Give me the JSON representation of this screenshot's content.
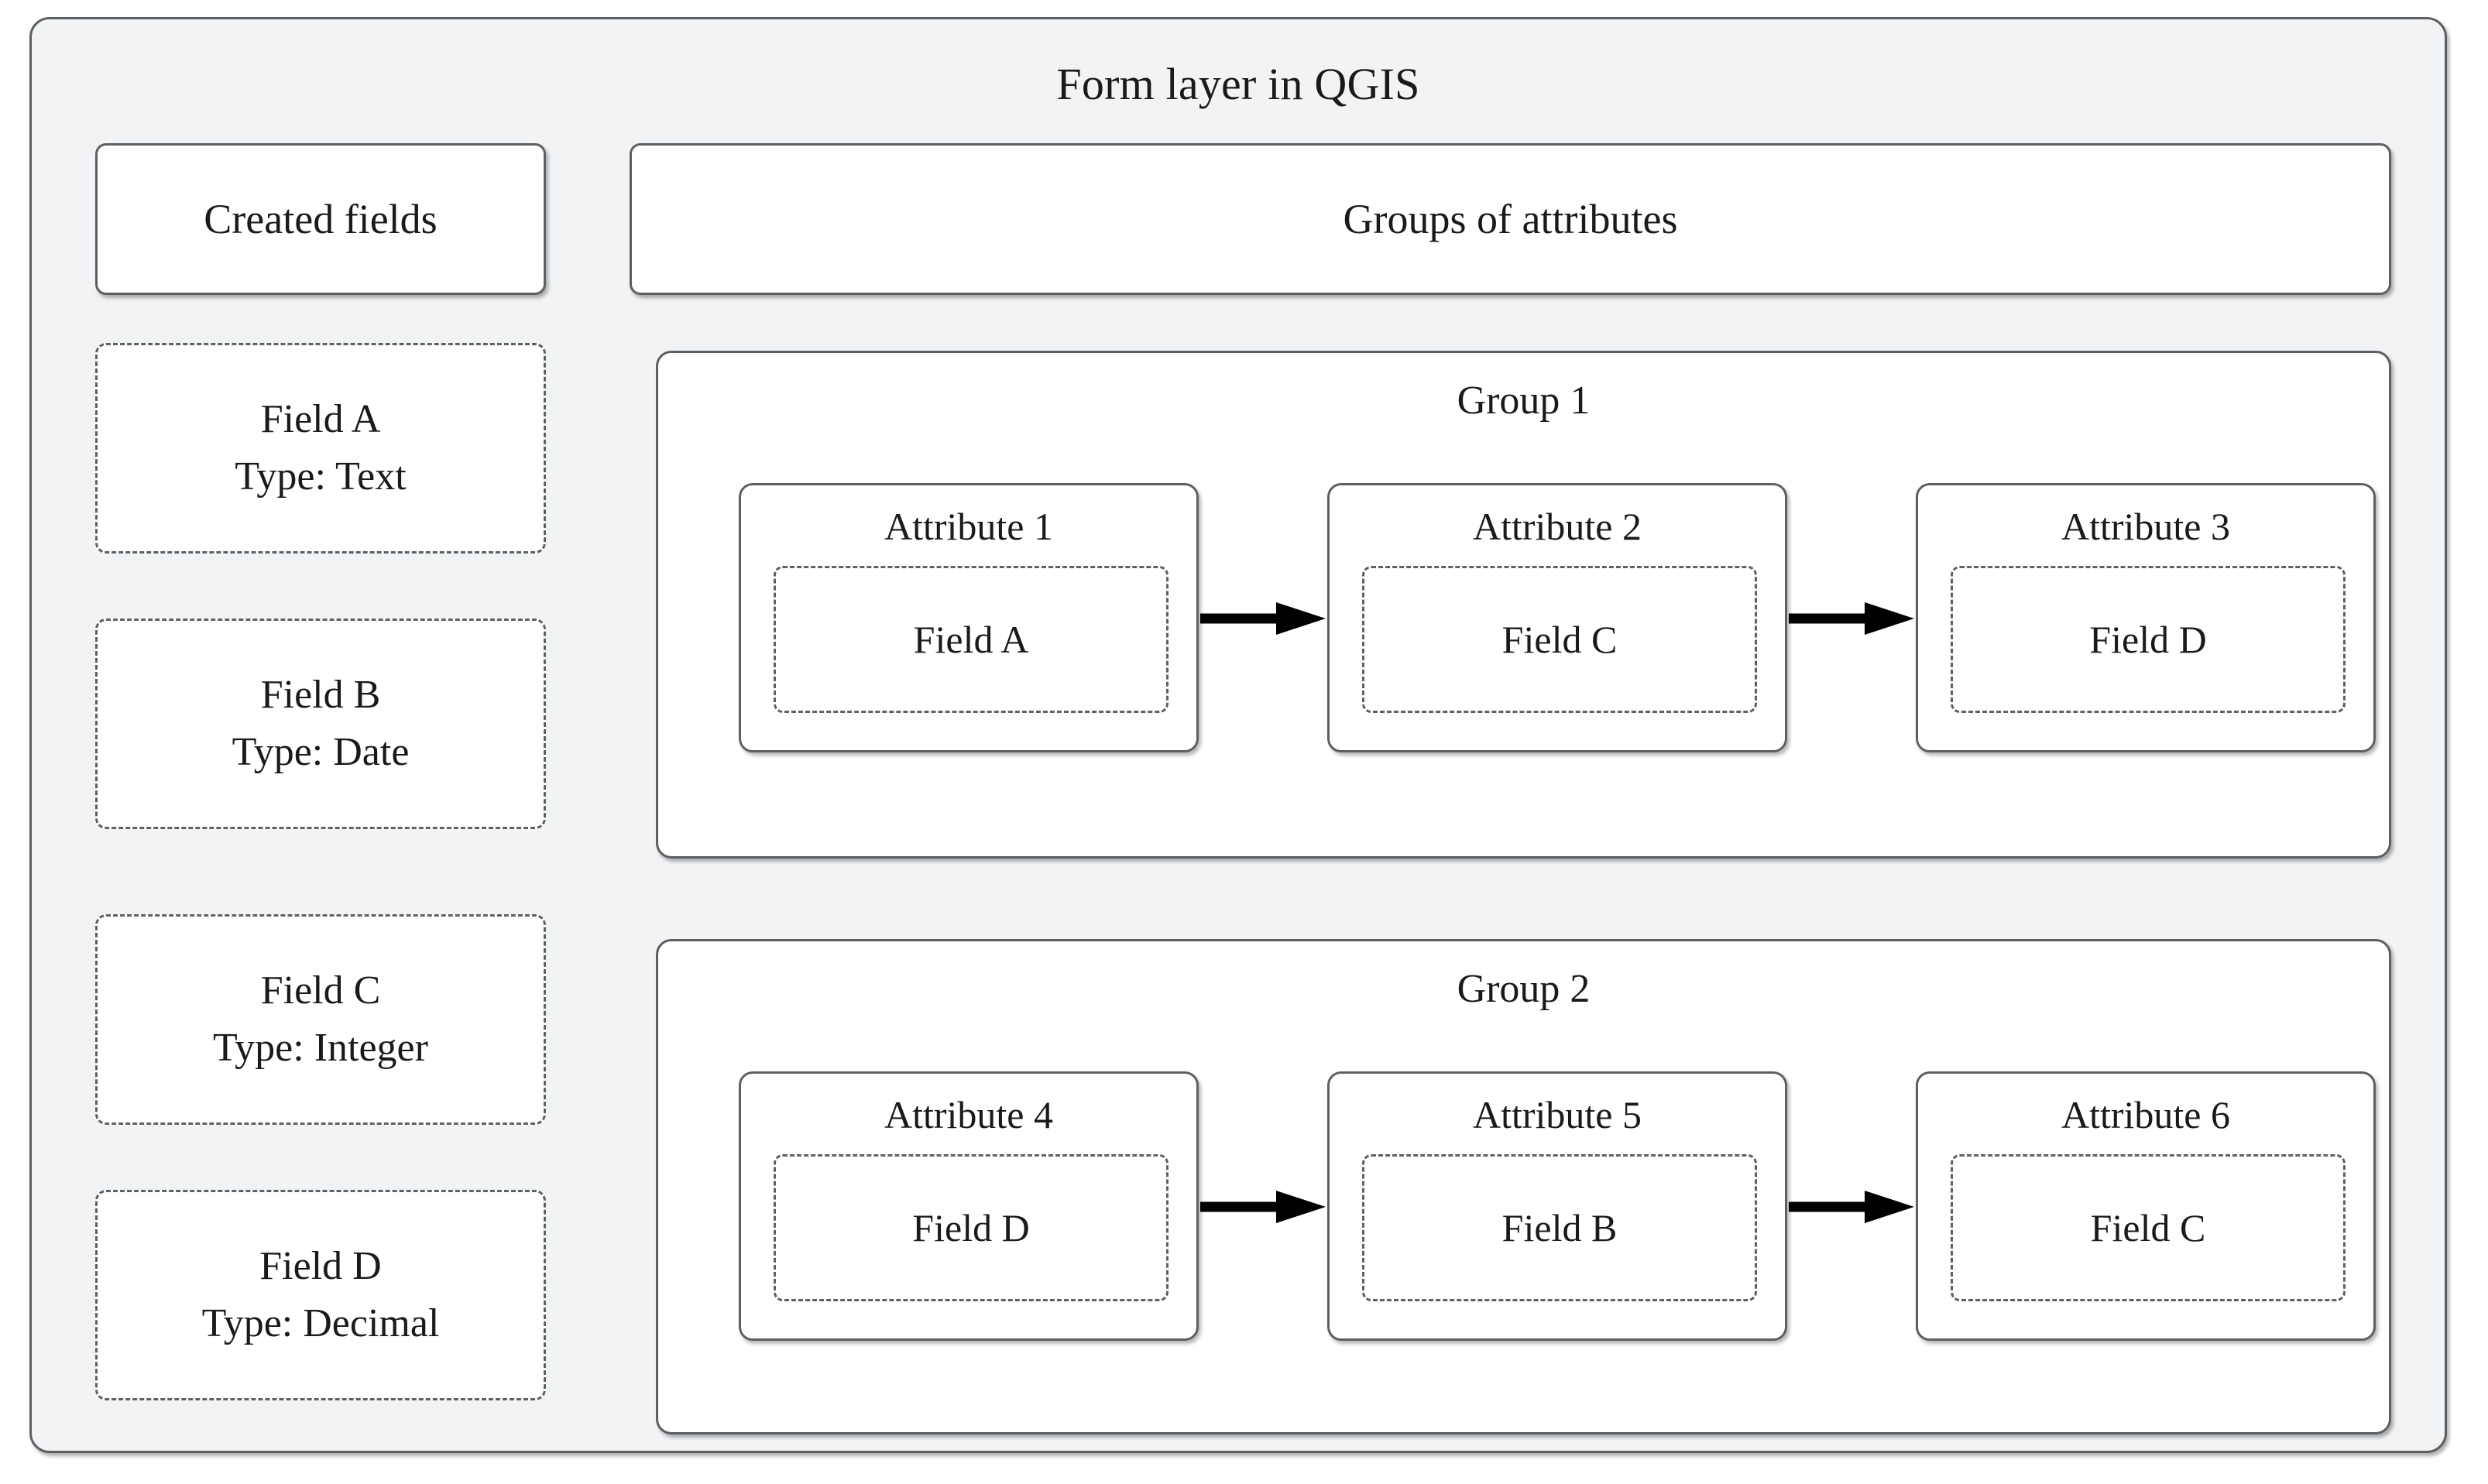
{
  "diagram": {
    "title": "Form layer in QGIS",
    "left_column": {
      "header_label": "Created fields",
      "fields": [
        {
          "name": "Field A",
          "type_label": "Type: Text"
        },
        {
          "name": "Field B",
          "type_label": "Type: Date"
        },
        {
          "name": "Field C",
          "type_label": "Type: Integer"
        },
        {
          "name": "Field D",
          "type_label": "Type: Decimal"
        }
      ]
    },
    "right_column": {
      "header_label": "Groups of attributes",
      "groups": [
        {
          "title": "Group 1",
          "attributes": [
            {
              "label": "Attribute 1",
              "field": "Field A"
            },
            {
              "label": "Attribute 2",
              "field": "Field C"
            },
            {
              "label": "Attribute 3",
              "field": "Field D"
            }
          ]
        },
        {
          "title": "Group 2",
          "attributes": [
            {
              "label": "Attribute 4",
              "field": "Field D"
            },
            {
              "label": "Attribute 5",
              "field": "Field B"
            },
            {
              "label": "Attribute 6",
              "field": "Field C"
            }
          ]
        }
      ]
    },
    "colors": {
      "outer_background": "#f1f3f5",
      "box_background": "#ffffff",
      "border": "#5d6063",
      "dashed_border": "#5c6164",
      "text": "#1a1a1a",
      "arrow": "#000000"
    }
  }
}
